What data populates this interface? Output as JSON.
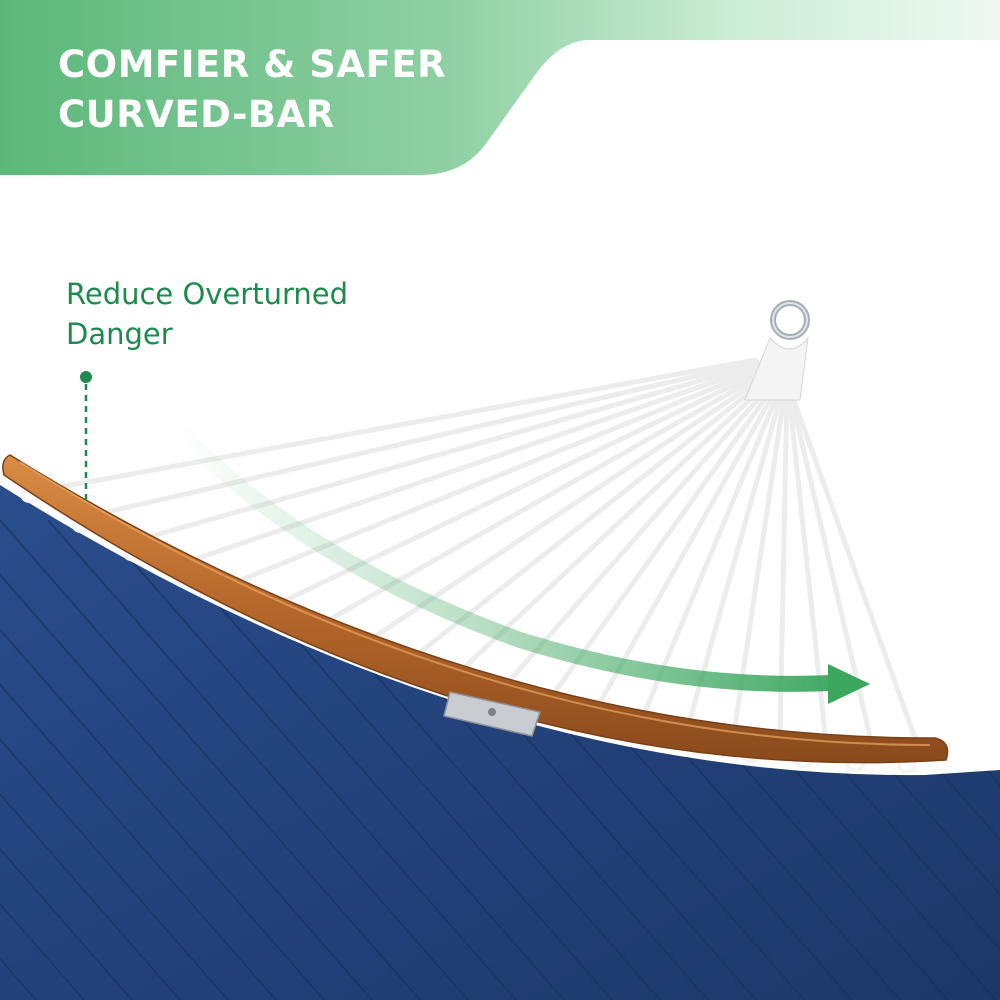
{
  "headline": {
    "line1": "COMFIER & SAFER",
    "line2": "CURVED-BAR"
  },
  "callout": {
    "line1": "Reduce Overturned",
    "line2": "Danger"
  },
  "colors": {
    "banner_green_dark": "#6fc18a",
    "banner_green_light": "#e4f4e8",
    "callout_green": "#1e8a4e",
    "arrow_green": "#3aa65e",
    "fabric_blue": "#22427c",
    "wood": "#b5672a",
    "rope": "#f2f2f2"
  },
  "icons": [
    "ring-icon",
    "curved-arrow-icon",
    "callout-dot-icon"
  ]
}
